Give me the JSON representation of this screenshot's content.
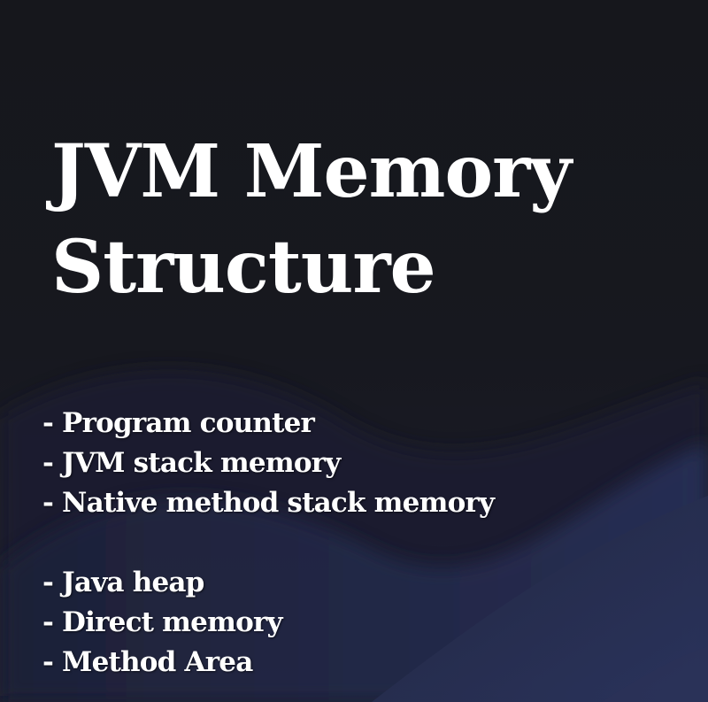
{
  "title": {
    "line1": "JVM Memory",
    "line2": "Structure"
  },
  "groups": [
    {
      "items": [
        "- Program counter",
        "- JVM stack memory",
        "- Native method stack memory"
      ]
    },
    {
      "items": [
        "- Java heap",
        "- Direct memory",
        "- Method Area"
      ]
    }
  ],
  "colors": {
    "background_top": "#16171c",
    "background_wave": "#27305a",
    "text": "#ffffff"
  }
}
